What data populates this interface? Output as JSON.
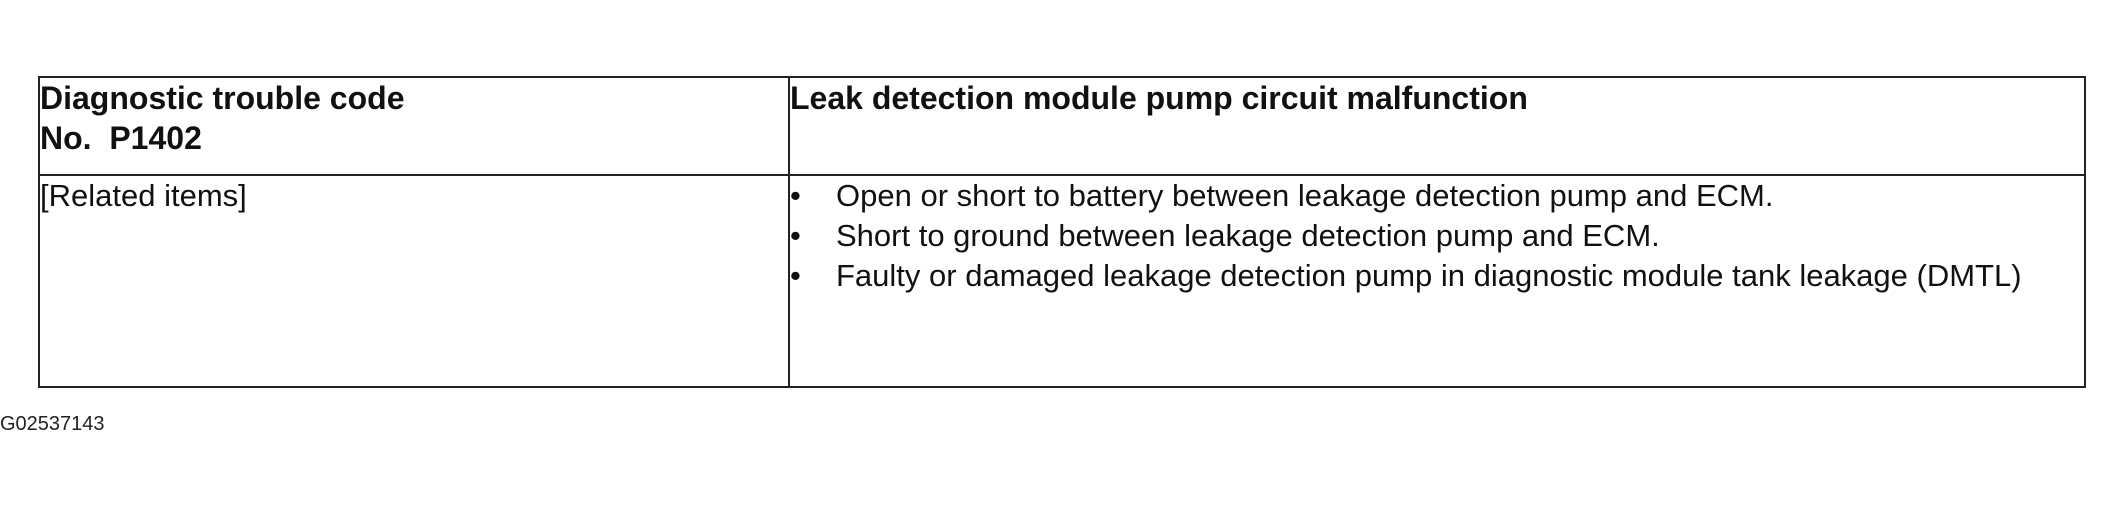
{
  "table": {
    "header": {
      "left_line1": "Diagnostic trouble code",
      "left_line2": "No.  P1402",
      "right": "Leak detection module pump circuit malfunction"
    },
    "body": {
      "left": "[Related items]",
      "causes": [
        {
          "bullet": "•",
          "text": "Open or short to battery between leakage detection pump and ECM."
        },
        {
          "bullet": "•",
          "text": "Short to ground between leakage detection pump and ECM."
        },
        {
          "bullet": "•",
          "text": "Faulty or damaged leakage detection pump in diagnostic module tank leakage (DMTL)"
        }
      ]
    }
  },
  "caption": "G02537143"
}
